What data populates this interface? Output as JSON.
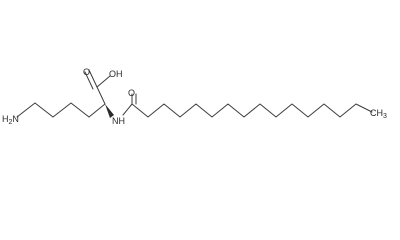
{
  "molecule": {
    "labels": {
      "amine": "H2N",
      "amine_h": "H",
      "amine_sub": "2",
      "amine_n": "N",
      "hydroxyl": "OH",
      "amide_n": "NH",
      "carbonyl_o": "O",
      "terminal_methyl": "CH3",
      "terminal_c": "CH",
      "terminal_sub": "3",
      "carboxyl_o": "O"
    }
  }
}
